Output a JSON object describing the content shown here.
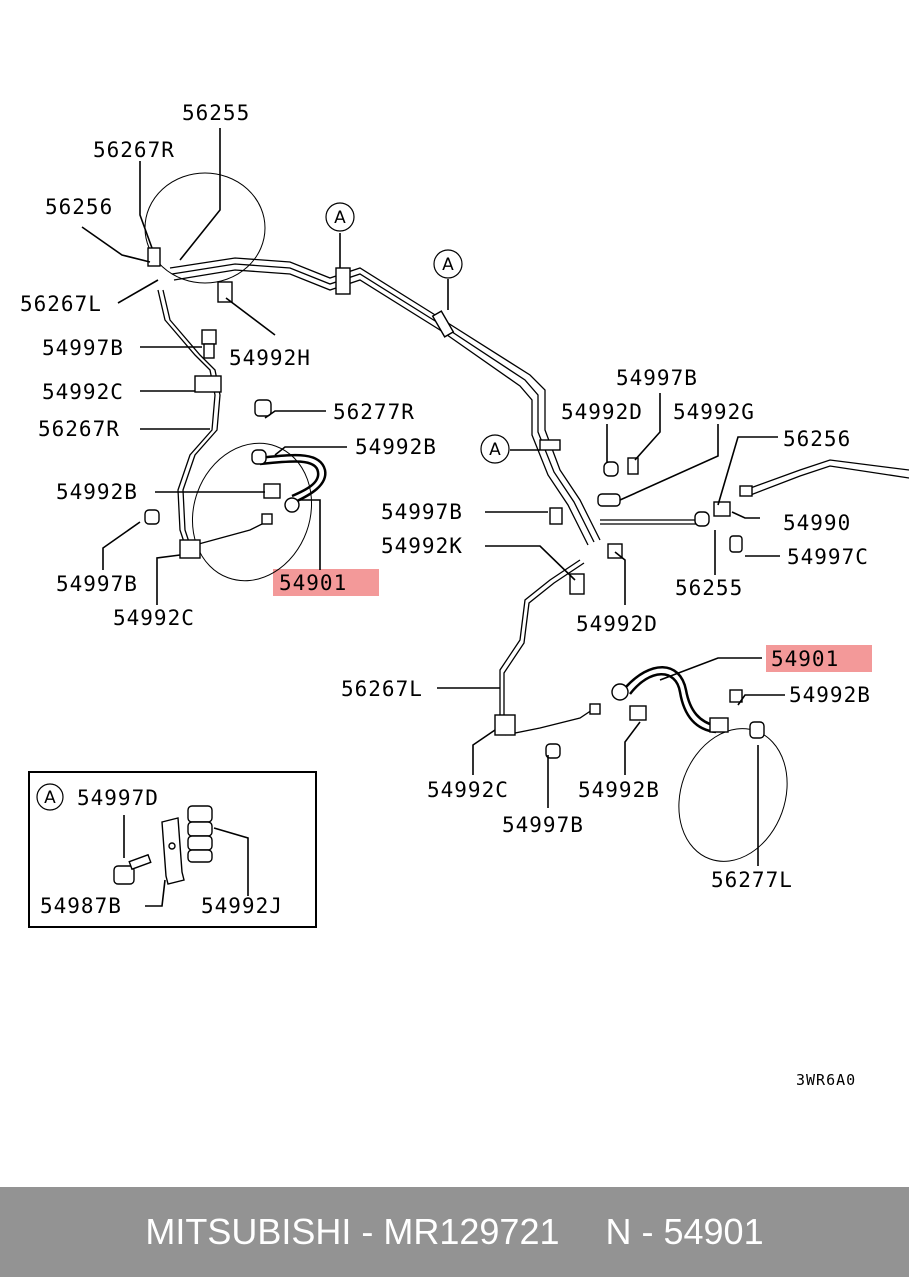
{
  "labels": {
    "l56255_top": "56255",
    "l56267R_top": "56267R",
    "l56256_left": "56256",
    "l56267L_left": "56267L",
    "l54997B_1": "54997B",
    "l54992H": "54992H",
    "l54992C_1": "54992C",
    "l56267R_2": "56267R",
    "l56277R": "56277R",
    "l54992B_1": "54992B",
    "l54992B_2": "54992B",
    "l54901_left": "54901",
    "l54997B_2": "54997B",
    "l54992C_2": "54992C",
    "l54997B_3": "54997B",
    "l54992D_1": "54992D",
    "l54992G": "54992G",
    "l56256_right": "56256",
    "l54997B_4": "54997B",
    "l54990": "54990",
    "l54992K": "54992K",
    "l54997C": "54997C",
    "l56255_right": "56255",
    "l54992D_2": "54992D",
    "l54901_right": "54901",
    "l56267L_2": "56267L",
    "l54992B_3": "54992B",
    "l54992C_3": "54992C",
    "l54992B_4": "54992B",
    "l54997B_5": "54997B",
    "l56277L": "56277L",
    "inset_54997D": "54997D",
    "inset_54987B": "54987B",
    "inset_54992J": "54992J"
  },
  "markers": {
    "a1": "A",
    "a2": "A",
    "a3": "A",
    "inset": "A"
  },
  "diagram_code": "3WR6A0",
  "footer": {
    "left": "MITSUBISHI - MR129721",
    "right": "N - 54901"
  },
  "colors": {
    "highlight": "#f08080",
    "footer_bg": "#939393",
    "footer_text": "#ffffff"
  }
}
